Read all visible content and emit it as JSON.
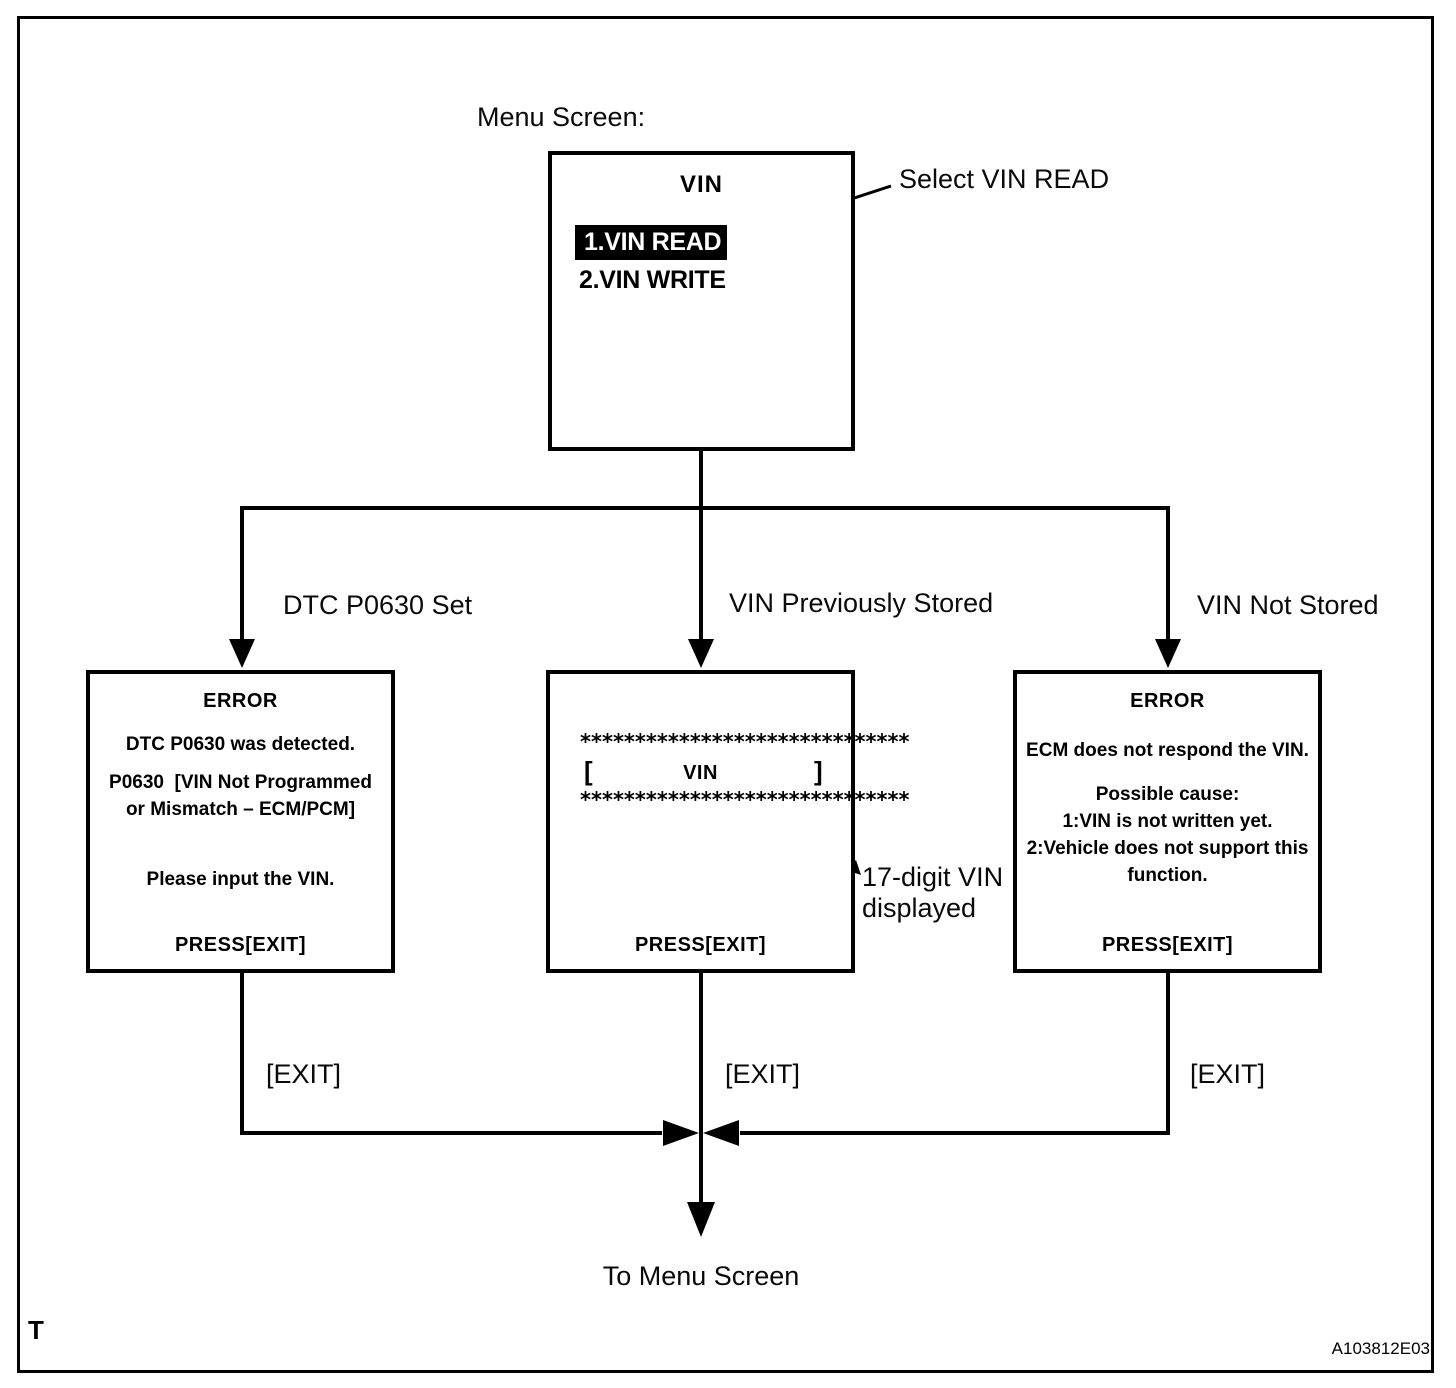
{
  "header": {
    "menu_screen_label": "Menu Screen:"
  },
  "menu_screen": {
    "title": "VIN",
    "item_selected": "1.VIN READ",
    "item_2": "2.VIN WRITE"
  },
  "callouts": {
    "select_vin_read": "Select VIN READ",
    "vin_digit_line1": "17-digit VIN",
    "vin_digit_line2": "displayed"
  },
  "branch_labels": {
    "left": "DTC P0630 Set",
    "middle": "VIN Previously Stored",
    "right": "VIN Not Stored"
  },
  "screens": {
    "error_dtc": {
      "title": "ERROR",
      "lines": [
        "DTC P0630 was detected.",
        "P0630  [VIN Not Programmed",
        "or Mismatch – ECM/PCM]",
        "Please input the VIN."
      ],
      "footer": "PRESS[EXIT]"
    },
    "vin_display": {
      "asterisk_row": "******************************",
      "bracket_open": "[",
      "label": "VIN",
      "bracket_close": "]",
      "footer": "PRESS[EXIT]"
    },
    "error_ecm": {
      "title": "ERROR",
      "lines": [
        "ECM does not respond the VIN.",
        "Possible cause:",
        "1:VIN is not written yet.",
        "2:Vehicle does not support this",
        "function."
      ],
      "footer": "PRESS[EXIT]"
    }
  },
  "exit_labels": {
    "left": "[EXIT]",
    "middle": "[EXIT]",
    "right": "[EXIT]"
  },
  "footer_flow_label": "To Menu Screen",
  "page_marker": "T",
  "figure_code": "A103812E03",
  "colors": {
    "ink": "#000000",
    "paper": "#ffffff",
    "highlight_bg": "#000000",
    "highlight_text": "#ffffff"
  }
}
